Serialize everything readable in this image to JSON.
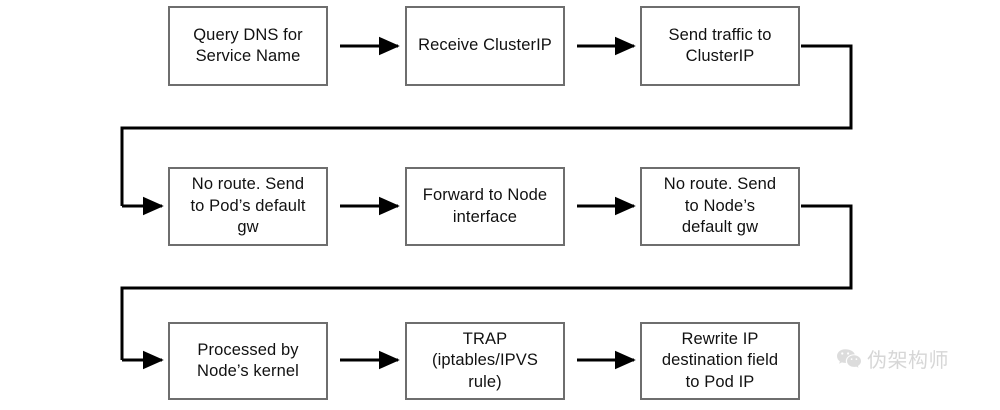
{
  "diagram": {
    "type": "flowchart",
    "orientation": "serpentine-left-to-right",
    "rows": 3,
    "columns": 3,
    "colors": {
      "node_border": "#6e6e6e",
      "node_fill": "#ffffff",
      "connector": "#000000",
      "text": "#111111",
      "background": "#ffffff",
      "watermark": "#7b7b7b"
    },
    "nodes": [
      {
        "id": "r1c1",
        "row": 1,
        "col": 1,
        "label": "Query DNS for\nService Name"
      },
      {
        "id": "r1c2",
        "row": 1,
        "col": 2,
        "label": "Receive ClusterIP"
      },
      {
        "id": "r1c3",
        "row": 1,
        "col": 3,
        "label": "Send traffic to\nClusterIP"
      },
      {
        "id": "r2c1",
        "row": 2,
        "col": 1,
        "label": "No route. Send\nto Pod’s default\ngw"
      },
      {
        "id": "r2c2",
        "row": 2,
        "col": 2,
        "label": "Forward to Node\ninterface"
      },
      {
        "id": "r2c3",
        "row": 2,
        "col": 3,
        "label": "No route. Send\nto Node’s\ndefault gw"
      },
      {
        "id": "r3c1",
        "row": 3,
        "col": 1,
        "label": "Processed by\nNode’s kernel"
      },
      {
        "id": "r3c2",
        "row": 3,
        "col": 2,
        "label": "TRAP\n(iptables/IPVS\nrule)"
      },
      {
        "id": "r3c3",
        "row": 3,
        "col": 3,
        "label": "Rewrite IP\ndestination field\nto Pod IP"
      }
    ],
    "edges": [
      {
        "from": "r1c1",
        "to": "r1c2",
        "style": "straight-arrow"
      },
      {
        "from": "r1c2",
        "to": "r1c3",
        "style": "straight-arrow"
      },
      {
        "from": "r1c3",
        "to": "r2c1",
        "style": "wrap-elbow"
      },
      {
        "from": "r2c1",
        "to": "r2c2",
        "style": "straight-arrow"
      },
      {
        "from": "r2c2",
        "to": "r2c3",
        "style": "straight-arrow"
      },
      {
        "from": "r2c3",
        "to": "r3c1",
        "style": "wrap-elbow"
      },
      {
        "from": "r3c1",
        "to": "r3c2",
        "style": "straight-arrow"
      },
      {
        "from": "r3c2",
        "to": "r3c3",
        "style": "straight-arrow"
      }
    ]
  },
  "watermark": {
    "icon": "wechat-icon",
    "text": "伪架构师"
  }
}
